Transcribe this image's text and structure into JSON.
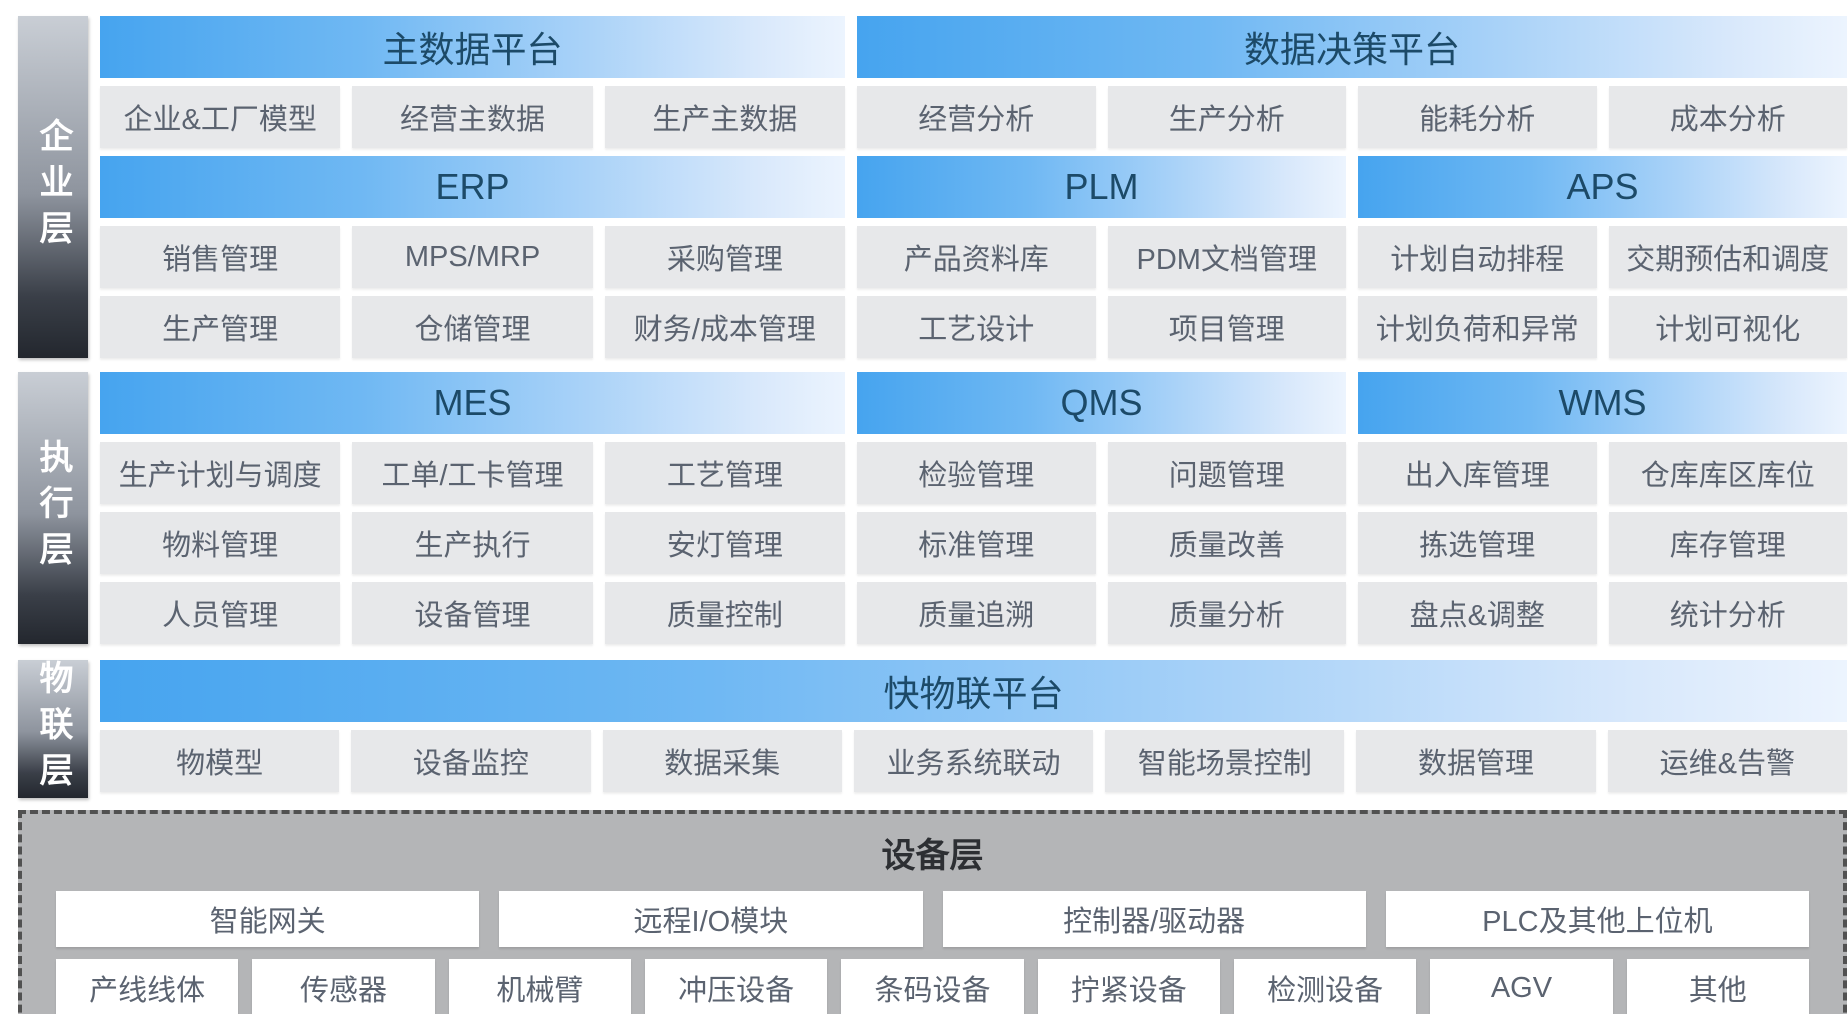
{
  "colors": {
    "header_gradient_start": "#46a4ef",
    "header_gradient_end": "#ecf4fe",
    "header_text": "#1c4a68",
    "cell_bg": "#e7e8ea",
    "cell_text": "#5b6370",
    "sidebar_gradient_top": "#c9ced5",
    "sidebar_gradient_bottom": "#23272e",
    "sidebar_text": "#ffffff",
    "device_bg": "#b4b5b7",
    "device_border": "#515151",
    "device_title_text": "#2d2f33",
    "device_cell_bg": "#ffffff"
  },
  "enterprise": {
    "sidebar_label": "企业层",
    "master_data": {
      "title": "主数据平台",
      "items": [
        "企业&工厂模型",
        "经营主数据",
        "生产主数据"
      ]
    },
    "decision": {
      "title": "数据决策平台",
      "items": [
        "经营分析",
        "生产分析",
        "能耗分析",
        "成本分析"
      ]
    },
    "erp": {
      "title": "ERP",
      "rows": [
        [
          "销售管理",
          "MPS/MRP",
          "采购管理"
        ],
        [
          "生产管理",
          "仓储管理",
          "财务/成本管理"
        ]
      ]
    },
    "plm": {
      "title": "PLM",
      "rows": [
        [
          "产品资料库",
          "PDM文档管理"
        ],
        [
          "工艺设计",
          "项目管理"
        ]
      ]
    },
    "aps": {
      "title": "APS",
      "rows": [
        [
          "计划自动排程",
          "交期预估和调度"
        ],
        [
          "计划负荷和异常",
          "计划可视化"
        ]
      ]
    }
  },
  "execution": {
    "sidebar_label": "执行层",
    "mes": {
      "title": "MES",
      "rows": [
        [
          "生产计划与调度",
          "工单/工卡管理",
          "工艺管理"
        ],
        [
          "物料管理",
          "生产执行",
          "安灯管理"
        ],
        [
          "人员管理",
          "设备管理",
          "质量控制"
        ]
      ]
    },
    "qms": {
      "title": "QMS",
      "rows": [
        [
          "检验管理",
          "问题管理"
        ],
        [
          "标准管理",
          "质量改善"
        ],
        [
          "质量追溯",
          "质量分析"
        ]
      ]
    },
    "wms": {
      "title": "WMS",
      "rows": [
        [
          "出入库管理",
          "仓库库区库位"
        ],
        [
          "拣选管理",
          "库存管理"
        ],
        [
          "盘点&调整",
          "统计分析"
        ]
      ]
    }
  },
  "iot": {
    "sidebar_label": "物联层",
    "platform": {
      "title": "快物联平台",
      "items": [
        "物模型",
        "设备监控",
        "数据采集",
        "业务系统联动",
        "智能场景控制",
        "数据管理",
        "运维&告警"
      ]
    }
  },
  "device": {
    "title": "设备层",
    "row1": [
      "智能网关",
      "远程I/O模块",
      "控制器/驱动器",
      "PLC及其他上位机"
    ],
    "row2": [
      "产线线体",
      "传感器",
      "机械臂",
      "冲压设备",
      "条码设备",
      "拧紧设备",
      "检测设备",
      "AGV",
      "其他"
    ]
  }
}
